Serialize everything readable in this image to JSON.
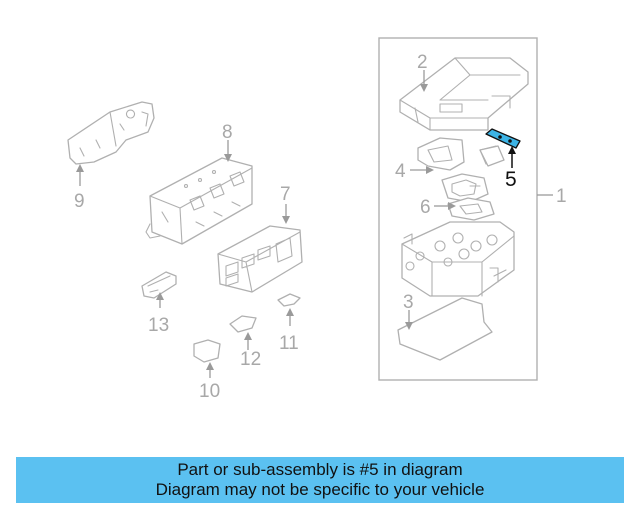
{
  "callouts": {
    "c1": "1",
    "c2": "2",
    "c3": "3",
    "c4": "4",
    "c5": "5",
    "c6": "6",
    "c7": "7",
    "c8": "8",
    "c9": "9",
    "c10": "10",
    "c11": "11",
    "c12": "12",
    "c13": "13"
  },
  "highlight_part": "5",
  "colors": {
    "highlight": "#3cb4e6",
    "banner": "#5bc1f1",
    "linework": "#b0b0b0"
  },
  "banner": {
    "line1": "Part or sub-assembly is #5 in diagram",
    "line2": "Diagram may not be specific to your vehicle"
  }
}
